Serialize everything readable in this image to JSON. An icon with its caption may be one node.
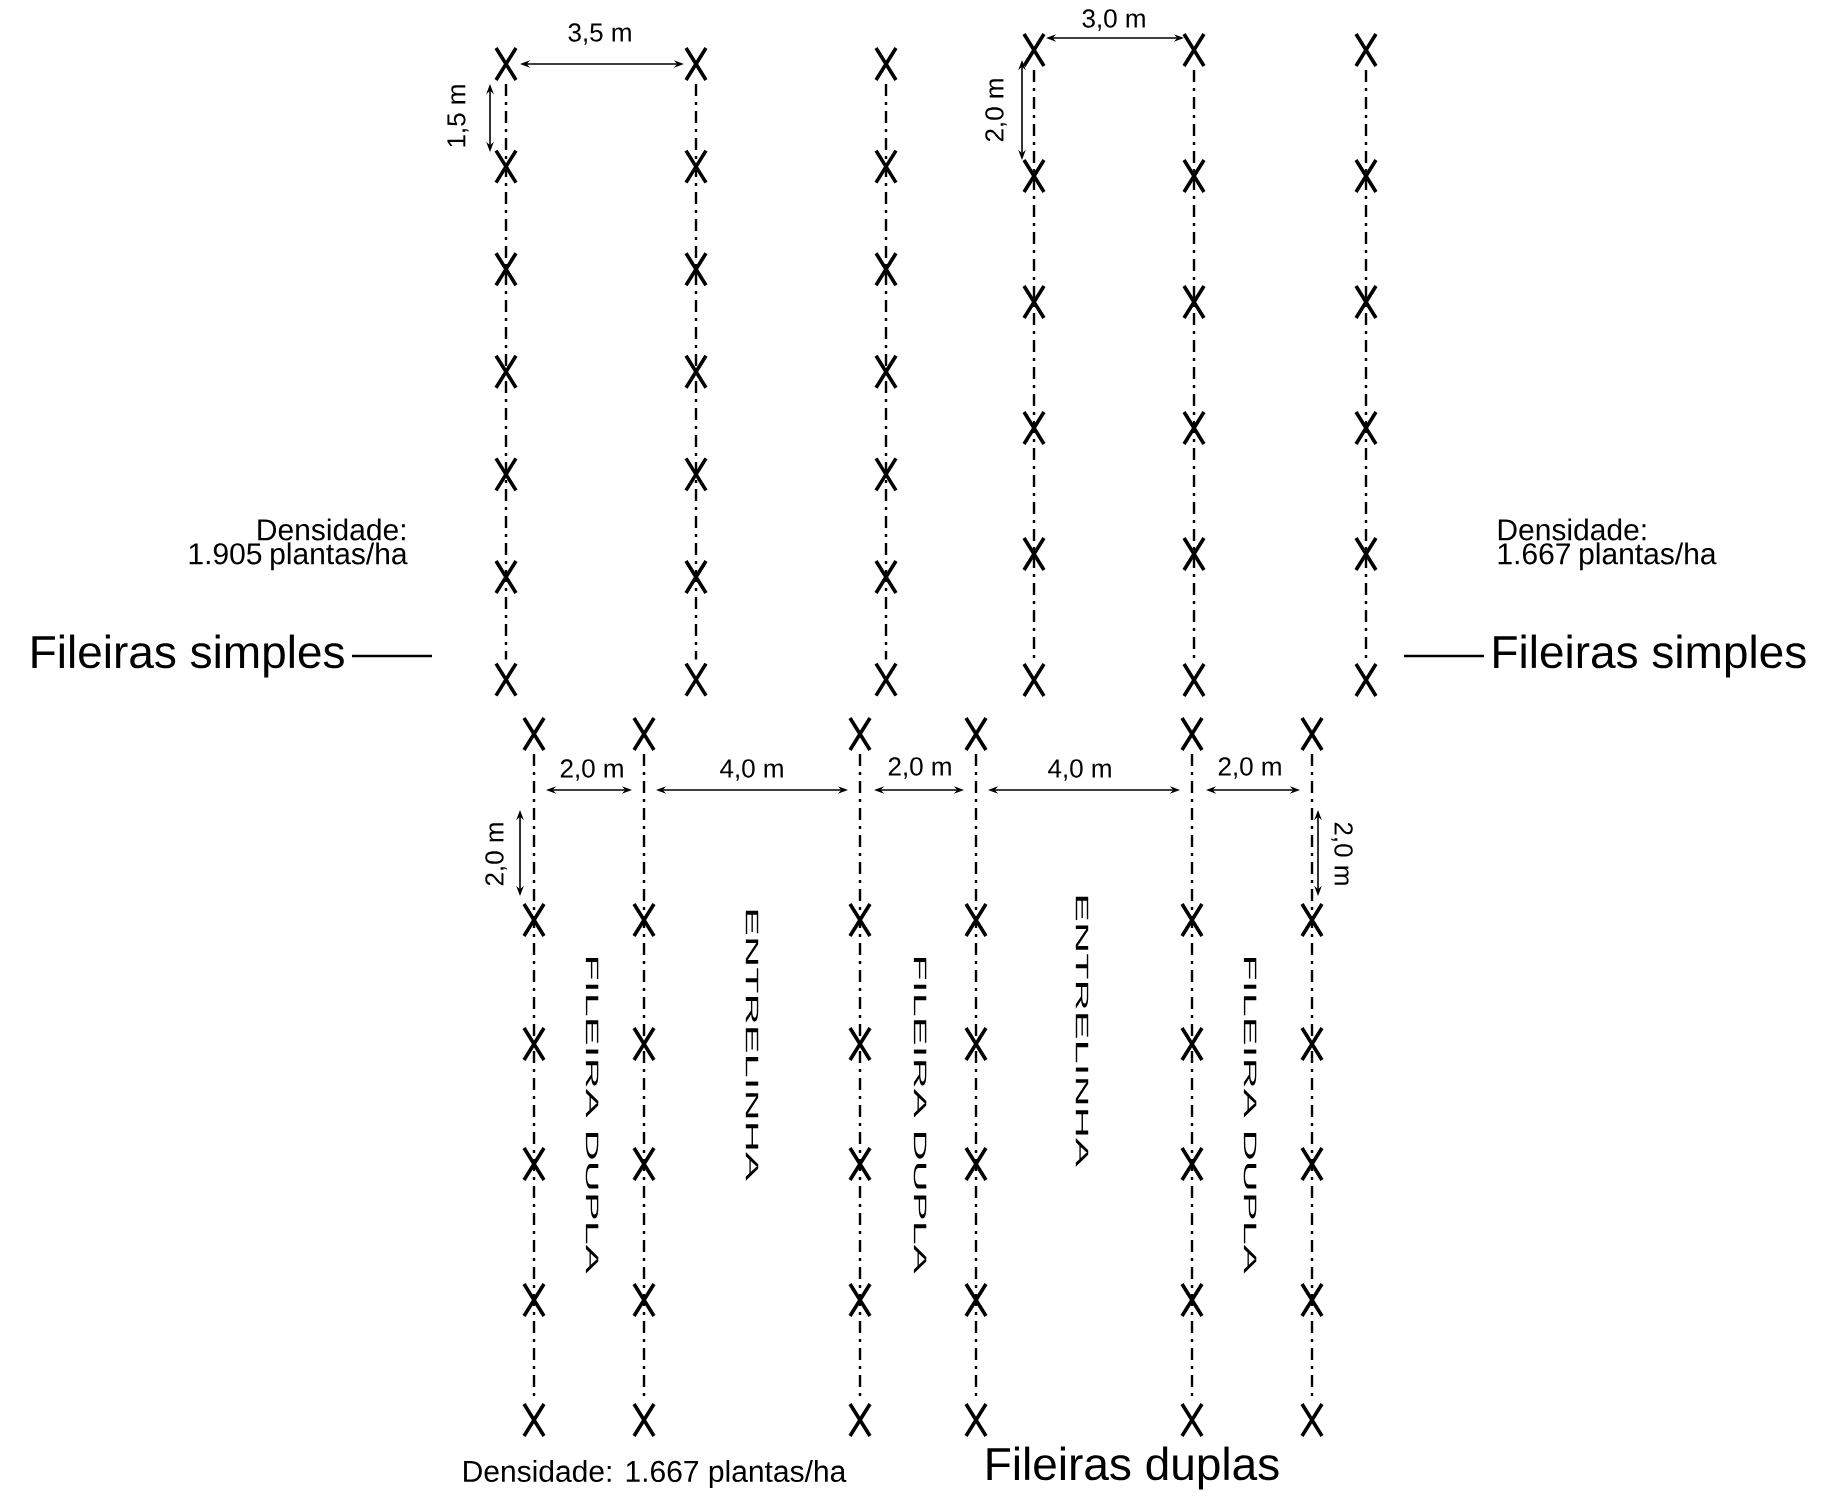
{
  "diagram": {
    "nodes": [
      {
        "text": [
          "Fileiras simples"
        ]
      },
      {
        "text": [
          "Fileiras simples"
        ]
      }
    ],
    "edges": [
      {
        "from": 0,
        "to": null,
        "arrow": "none"
      },
      {
        "from": 1,
        "to": null,
        "arrow": "none"
      }
    ],
    "labels": [
      "3,5 m",
      "1,5 m",
      "3,0 m",
      "2,0 m",
      "Densidade: 1.905 plantas/ha",
      "Densidade: 1.667 plantas/ha",
      "2,0 m",
      "4,0 m",
      "2,0 m",
      "4,0 m",
      "2,0 m",
      "2,0 m",
      "2,0 m",
      "FILEIRA DUPLA",
      "ENTRELINHA",
      "FILEIRA DUPLA",
      "ENTRELINHA",
      "FILEIRA DUPLA",
      "Densidade: 1.667 plantas/ha",
      "Fileiras duplas"
    ]
  }
}
